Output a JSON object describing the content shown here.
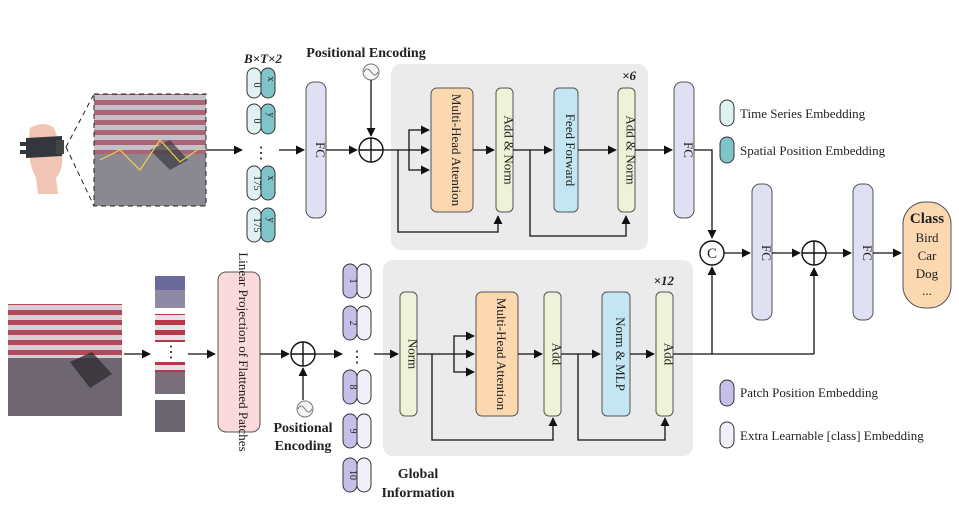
{
  "top_branch": {
    "input_shape": "B×T×2",
    "positional_encoding": "Positional Encoding",
    "tokens": [
      {
        "top": "x",
        "bottom": "0"
      },
      {
        "top": "y",
        "bottom": "0"
      },
      {
        "top": "x",
        "bottom": "175"
      },
      {
        "top": "y",
        "bottom": "175"
      }
    ],
    "ellipsis": "⋮",
    "fc_in": "FC",
    "repeat": "×6",
    "mha": "Multi-Head Attention",
    "add_norm_1": "Add & Norm",
    "feed_forward": "Feed Forward",
    "add_norm_2": "Add & Norm",
    "fc_out": "FC"
  },
  "bottom_branch": {
    "linear_projection": "Linear Projection of Flattened Patches",
    "positional_encoding_line1": "Positional",
    "positional_encoding_line2": "Encoding",
    "patch_tokens": [
      "1",
      "2",
      "8",
      "9",
      "10"
    ],
    "ellipsis": "⋮",
    "repeat": "×12",
    "norm": "Norm",
    "mha": "Multi-Head Attention",
    "add_1": "Add",
    "norm_mlp": "Norm & MLP",
    "add_2": "Add",
    "global_line1": "Global",
    "global_line2": "Information"
  },
  "fusion": {
    "concat": "C",
    "fc_1": "FC",
    "fc_2": "FC"
  },
  "output": {
    "title": "Class",
    "classes": [
      "Bird",
      "Car",
      "Dog",
      "..."
    ]
  },
  "legend": [
    {
      "label": "Time Series Embedding",
      "color": "#dff1f1"
    },
    {
      "label": "Spatial Position Embedding",
      "color": "#7fc4c8"
    },
    {
      "label": "Patch Position Embedding",
      "color": "#c7bfe8"
    },
    {
      "label": "Extra Learnable [class] Embedding",
      "color": "#f1eff9"
    }
  ],
  "colors": {
    "fc": "#dfe0f2",
    "mha": "#fbd8b0",
    "add_norm": "#eef2d6",
    "feed_forward": "#c4e6f3",
    "linear_projection": "#fadada",
    "output": "#fbd8b0",
    "panel": "#ebebeb"
  }
}
